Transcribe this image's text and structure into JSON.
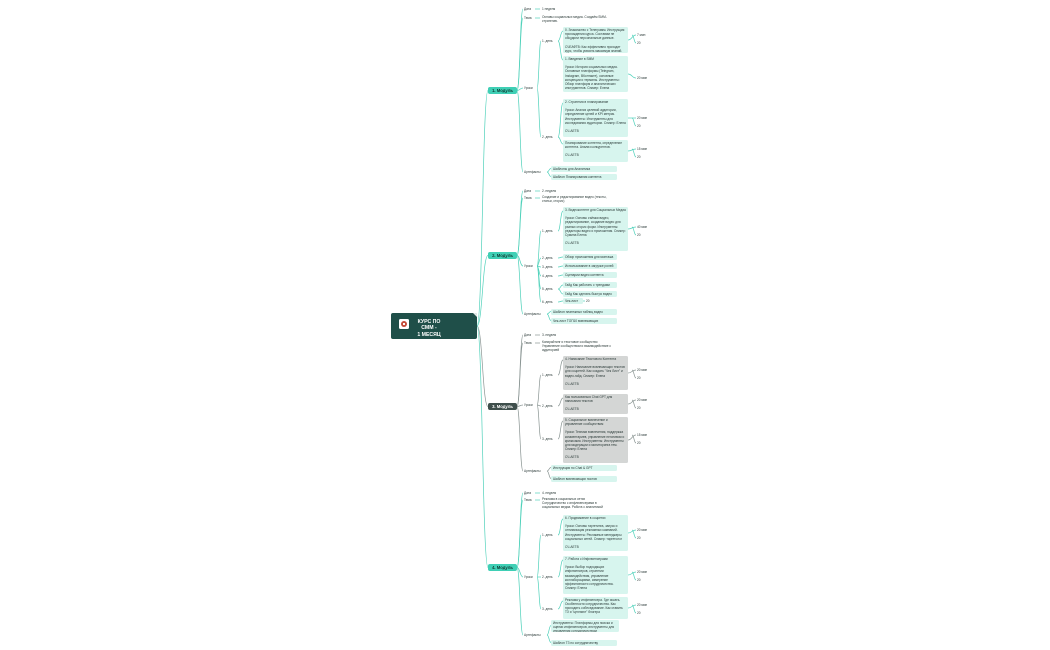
{
  "colors": {
    "teal": "#3fcfb5",
    "teal_light": "#d7f5ee",
    "gray_light": "#d4d6d5",
    "dark": "#1f4f49",
    "dark_mod": "#3f4f4c",
    "line_teal": "#4fd1ba",
    "line_gray": "#8a9593"
  },
  "center": {
    "title": "КУРС ПО СММ -\n1 МЕСЯЦ",
    "icon": "logo-icon"
  },
  "modules": [
    {
      "label": "1. Модуль",
      "duration_label": "Дата",
      "duration": "1 неделя",
      "theme_label": "Тема",
      "theme": "Основы социальных медиа. Создаём SMM-стратегию.",
      "lessons_label": "Уроки",
      "artifacts_label": "Артефакты",
      "days": [
        {
          "day": "1. день",
          "items": [
            {
              "text": "0. Знакомство с Телеграмм. Инструкция прохождения курса. Составим не обсудили персональные данные.\n\nСЧЕАФТВ: Как эффективно проходит курс, чтобы усвоить максимум знаний.",
              "time": "7 мин",
              "points": "20"
            },
            {
              "text": "1. Введение в SMM\n\nУроки: История социальных медиа. Основные платформы (Telegram, Instagram, ВКонтакте), основные концепции и термины. Инструменты: Обзор платформ и аналитических инструментов. Спикер: Елена\n\nСЧ-АЕТВ",
              "time": "20 мин",
              "points": ""
            }
          ]
        },
        {
          "day": "2. день",
          "items": [
            {
              "text": "2. Стратегия в планирование\n\nУроки: Анализ целевой аудитории, определение целей и KPI метрик. Инструменты: Инструменты для исследования аудитории. Спикер: Елена\n\nСЧ-АЕТВ",
              "time": "20 мин",
              "points": "20"
            },
            {
              "text": "Планирование контента, определение контента. Анализ конкурентов.\n\nСЧ-АЕТВ",
              "time": "15 мин",
              "points": "20"
            }
          ]
        }
      ],
      "artifacts": [
        "Шаблоны для Аналитика",
        "Шаблон Планирования контента"
      ]
    },
    {
      "label": "2. Модуль",
      "duration_label": "Дата",
      "duration": "2. неделя",
      "theme_label": "Тема",
      "theme": "Создание и редактирование видео (тексты, статьи, сторис)",
      "lessons_label": "Уроки",
      "artifacts_label": "Артефакты",
      "days": [
        {
          "day": "1. день",
          "items": [
            {
              "text": "3. Видеоконтент для Социальных Медиа\n\nУроки: Основы съёмки видео, редактирование, создание видео для разных сторис форм. Инструменты: редакторы видео и приложения. Спикер: Сумина Елена\n\nСЧ-АЕТВ",
              "time": "40 мин",
              "points": "20"
            }
          ]
        },
        {
          "day": "2. день",
          "items": [
            {
              "text": "Обзор приложения для монтажа",
              "time": "",
              "points": ""
            }
          ]
        },
        {
          "day": "3. день",
          "items": [
            {
              "text": "Использование в загрузке ролей тв",
              "time": "",
              "points": ""
            }
          ]
        },
        {
          "day": "4. день",
          "items": [
            {
              "text": "Сценарии видео контента",
              "time": "",
              "points": ""
            }
          ]
        },
        {
          "day": "5. день",
          "items": [
            {
              "text": "Гайд Как работать с трендами",
              "time": "",
              "points": ""
            },
            {
              "text": "Гайд Как сделать быстро видео для",
              "time": "",
              "points": ""
            }
          ]
        },
        {
          "day": "6. день",
          "items": [
            {
              "text": "Чек-лист",
              "time": "",
              "points": "20"
            }
          ]
        }
      ],
      "artifacts": [
        "Шаблон платежных таблиц видео площадок",
        "Чек-лист ТОП10 вовлекающих постановок"
      ]
    },
    {
      "label": "3. Модуль",
      "duration_label": "Дата",
      "duration": "3. неделя",
      "theme_label": "Тема",
      "theme": "Копирайтинг и текстовое сообщество\nУправление сообществом и взаимодействие с аудиторией",
      "lessons_label": "Уроки",
      "artifacts_label": "Артефакты",
      "days": [
        {
          "day": "1. день",
          "items": [
            {
              "text": "4. Написание Текстового Контента\n\nУроки: Написание вовлекающих текстов для соцсетей. Как создать \"Чек Лист\" и видео-гайд. Спикер: Елена\n\nСЧ-АЕТВ",
              "time": "20 мин",
              "points": "20"
            }
          ]
        },
        {
          "day": "2. день",
          "items": [
            {
              "text": "Как пользоваться Chat GPT для написания текстов\n\nСЧ-АЕТВ",
              "time": "20 мин",
              "points": "20"
            }
          ]
        },
        {
          "day": "3. день",
          "items": [
            {
              "text": "5. Социальное вовлечение и управление сообществом\n\nУроки: Техники вовлечения, поддержка комментариев, управление негативом и кризисами. Инструменты: Инструменты для модерации и мониторинга тем. Спикер: Елена\n\nСЧ-АЕТВ",
              "time": "15 мин",
              "points": "20"
            }
          ]
        }
      ],
      "artifacts": [
        "Инструкция по Chat & GPT",
        "Шаблон вовлекающих постов"
      ]
    },
    {
      "label": "4. Модуль",
      "duration_label": "Дата",
      "duration": "4. неделя",
      "theme_label": "Тема",
      "theme": "Реклама в социальных сетях\nСотрудничество с инфлюенсерами в социальных медиа. Работа с аналитикой",
      "lessons_label": "Уроки",
      "artifacts_label": "Артефакты",
      "days": [
        {
          "day": "1. день",
          "items": [
            {
              "text": "6. Продвижение в соцсетях\n\nУроки: Основы таргетинга, запуск и оптимизация рекламных кампаний. Инструменты: Рекламные менеджеры социальных сетей. Спикер: таргетолог\n\nСЧ-АЕТВ",
              "time": "20 мин",
              "points": "20"
            }
          ]
        },
        {
          "day": "2. день",
          "items": [
            {
              "text": "7. Работа с Инфлюенсерами\n\nУроки: Выбор подходящих инфлюенсеров, стратегии взаимодействия, управление коллаборациями, измерение эффективности сотрудничества. Спикер: Елена\n\nСЧ-АЕТВ",
              "time": "20 мин",
              "points": "20"
            }
          ]
        },
        {
          "day": "3. день",
          "items": [
            {
              "text": "Реклама у инфлюенсера. Где искать. Особенности сотрудничества. Как проходить собеседование. Как ставить ТЗ и \"цепляют\" блогера\n\nСЧ-АЕТВ",
              "time": "20 мин",
              "points": "20"
            }
          ]
        }
      ],
      "artifacts": [
        "Инструменты: Платформы для поиска и оценки инфлюенсеров, инструменты для управления сотрудничеством",
        "Шаблон ТЗ по сотрудничеству"
      ]
    }
  ]
}
